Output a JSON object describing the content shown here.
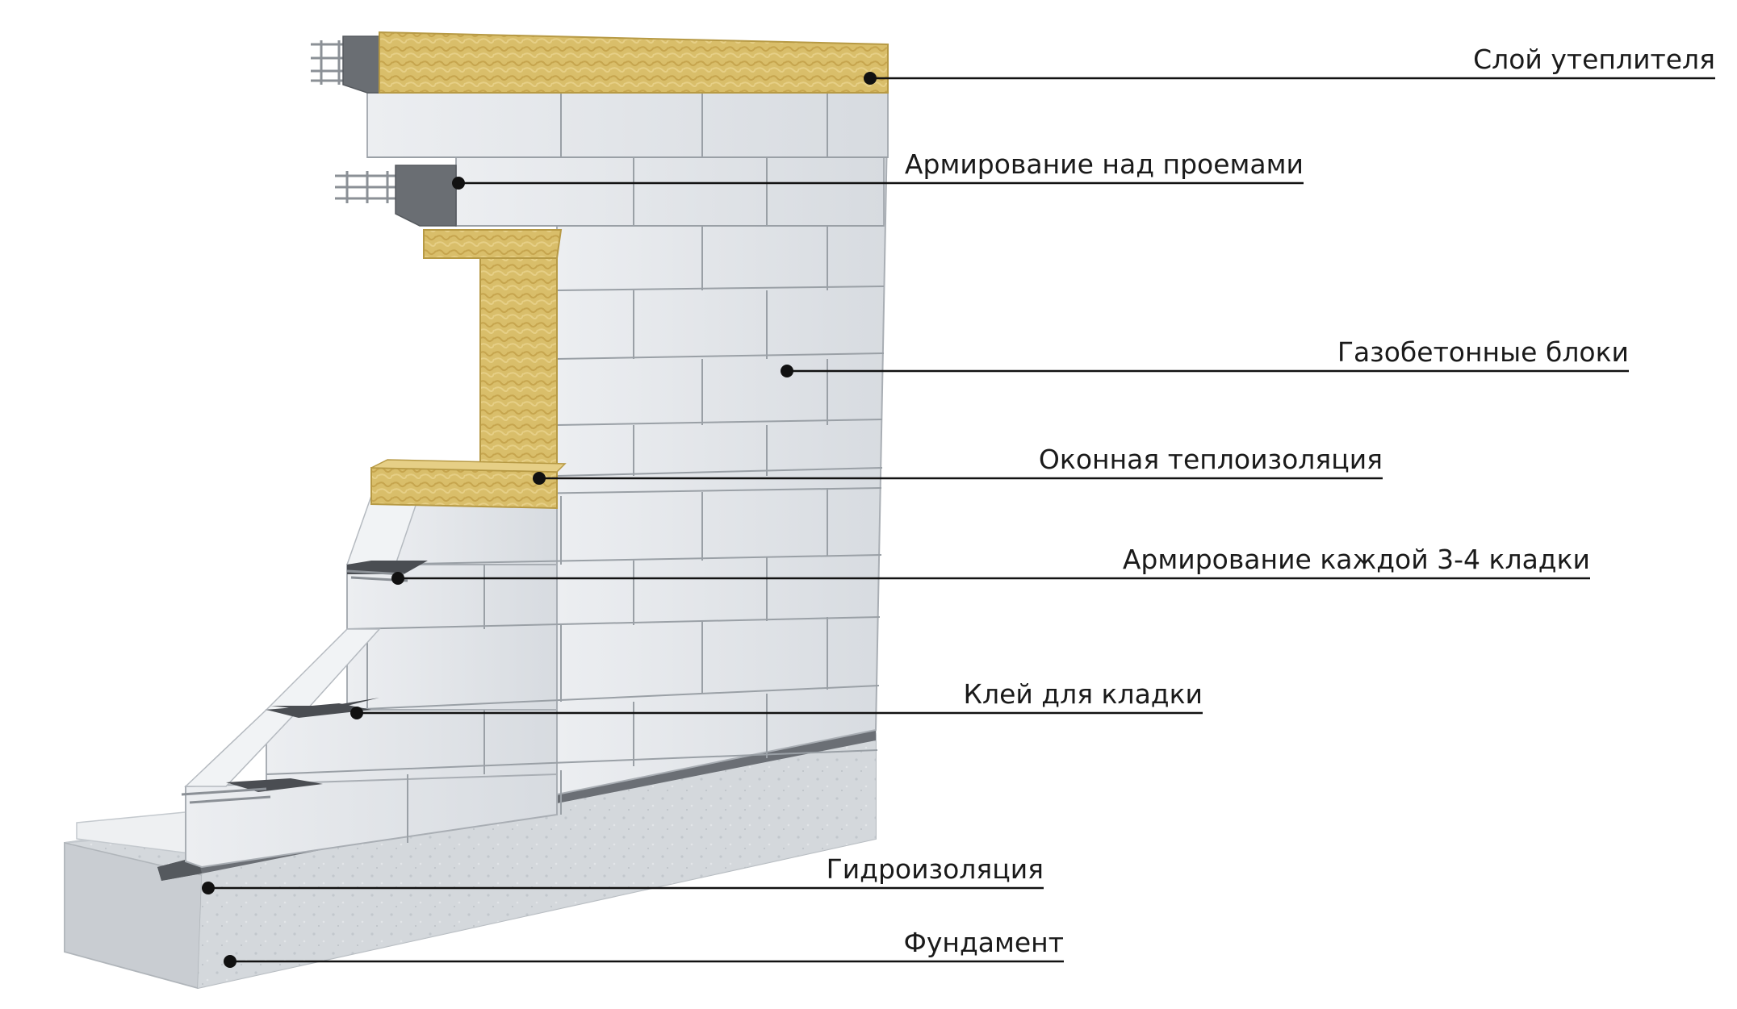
{
  "colors": {
    "background": "#ffffff",
    "block_face": "#e3e6ea",
    "block_top": "#f1f3f5",
    "block_joint": "#9aa0a6",
    "insulation": "#d9be6a",
    "adhesive": "#4a4d52",
    "foundation": "#d4d8dc",
    "leader": "#111111"
  },
  "labels": [
    {
      "id": "insulation-layer",
      "text": "Слой утеплителя"
    },
    {
      "id": "lintel-reinforcement",
      "text": "Армирование над проемами"
    },
    {
      "id": "aerated-blocks",
      "text": "Газобетонные блоки"
    },
    {
      "id": "window-insulation",
      "text": "Оконная теплоизоляция"
    },
    {
      "id": "course-reinforcement",
      "text": "Армирование каждой 3-4 кладки"
    },
    {
      "id": "masonry-adhesive",
      "text": "Клей для кладки"
    },
    {
      "id": "waterproofing",
      "text": "Гидроизоляция"
    },
    {
      "id": "foundation",
      "text": "Фундамент"
    }
  ]
}
